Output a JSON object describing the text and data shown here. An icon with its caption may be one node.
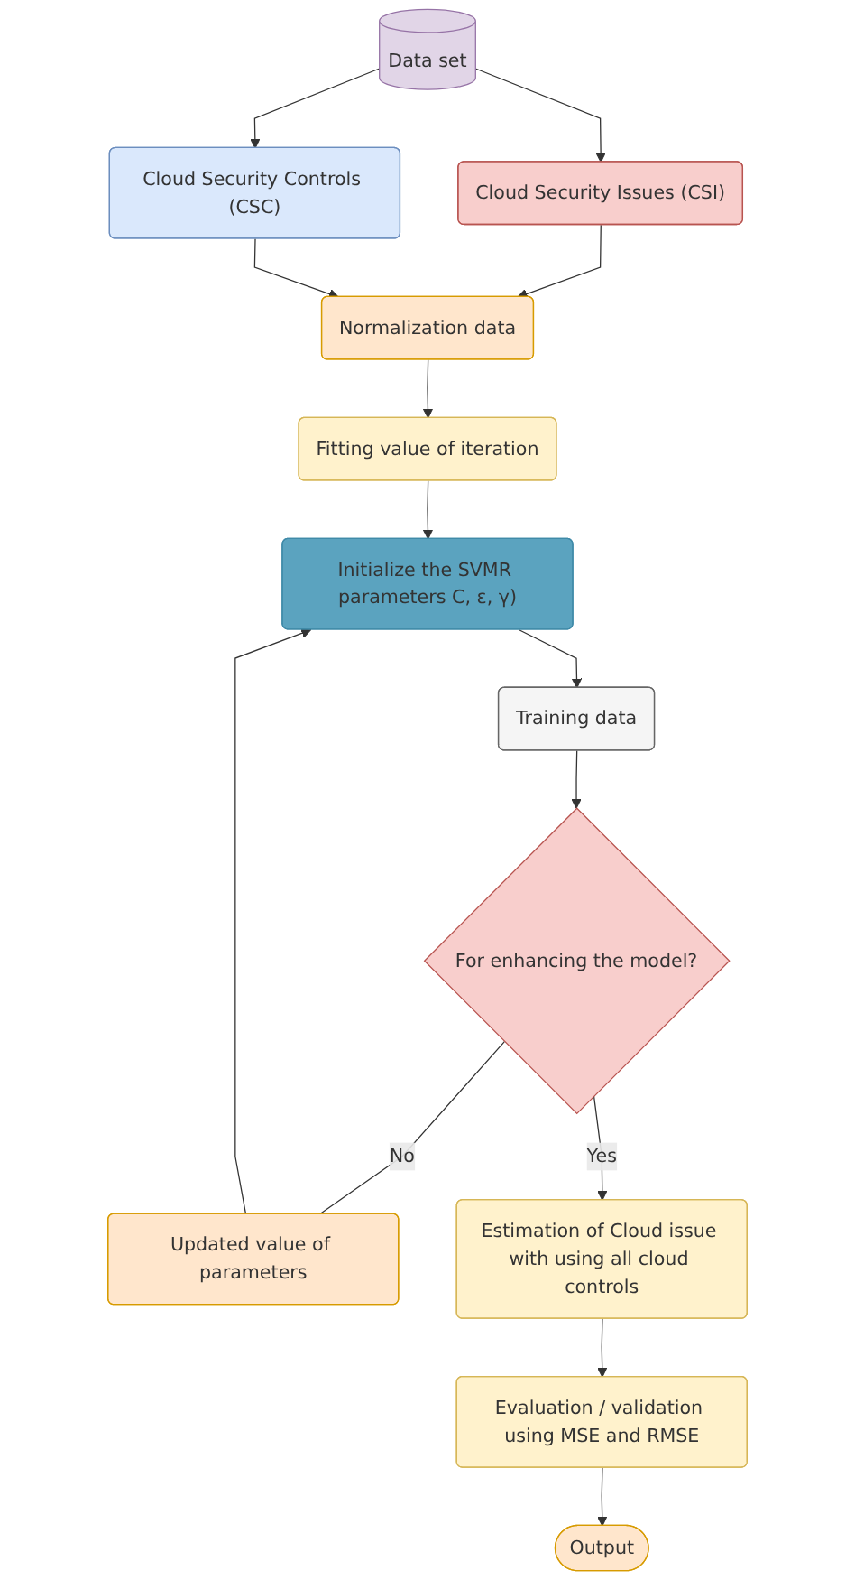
{
  "diagram": {
    "nodes": [
      {
        "text": [
          "Data set"
        ]
      },
      {
        "text": [
          "Cloud Security Issues (CSI)"
        ]
      },
      {
        "text": [
          "Cloud Security Controls (CSC)"
        ]
      },
      {
        "text": [
          "Normalization data"
        ]
      },
      {
        "text": [
          "Fitting value of iteration"
        ]
      },
      {
        "text": [
          "Initialize the SVMR parameters C, ε, γ)"
        ]
      },
      {
        "text": [
          "Training data"
        ]
      },
      {
        "text": [
          "For enhancing the model?"
        ]
      },
      {
        "text": [
          "Updated value of parameters"
        ]
      },
      {
        "text": [
          "Estimation of Cloud issue with using all cloud controls"
        ]
      },
      {
        "text": [
          "Evaluation / validation using MSE and RMSE"
        ]
      },
      {
        "text": [
          "Output"
        ]
      }
    ],
    "edges": [
      {
        "from": 0,
        "to": 1,
        "arrow": "to"
      },
      {
        "from": 0,
        "to": 2,
        "arrow": "to"
      },
      {
        "from": 1,
        "to": 3,
        "arrow": "to"
      },
      {
        "from": 2,
        "to": 3,
        "arrow": "to"
      },
      {
        "from": 3,
        "to": 4,
        "arrow": "to"
      },
      {
        "from": 4,
        "to": 5,
        "arrow": "to"
      },
      {
        "from": 5,
        "to": 6,
        "arrow": "to"
      },
      {
        "from": 6,
        "to": 7,
        "arrow": "to"
      },
      {
        "from": 7,
        "to": 8,
        "arrow": "none",
        "label": "No"
      },
      {
        "from": 8,
        "to": 5,
        "arrow": "to"
      },
      {
        "from": 7,
        "to": 9,
        "arrow": "to",
        "label": "Yes"
      },
      {
        "from": 9,
        "to": 10,
        "arrow": "to"
      },
      {
        "from": 10,
        "to": 11,
        "arrow": "to"
      }
    ]
  }
}
